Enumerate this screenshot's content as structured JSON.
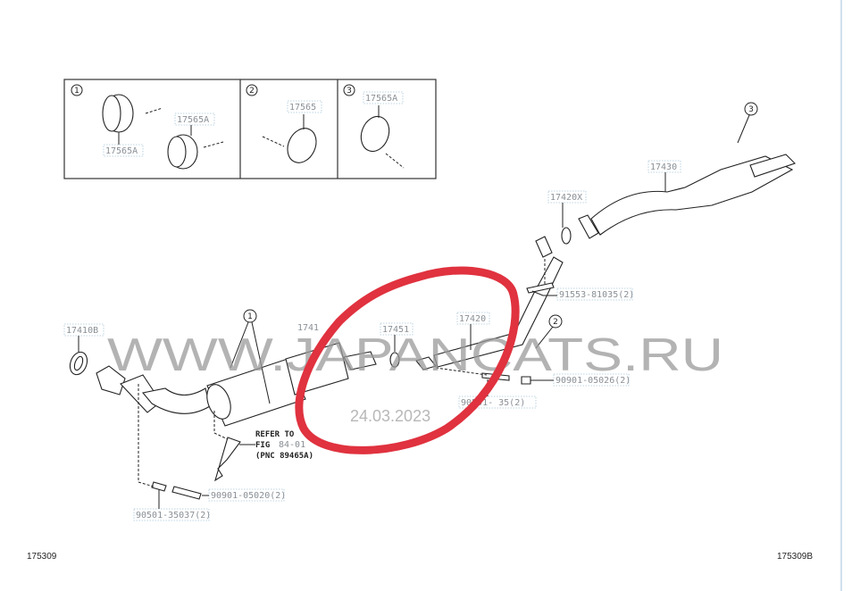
{
  "diagram": {
    "inset_panels": [
      {
        "number": "1",
        "labels": [
          "17565A",
          "17565A"
        ]
      },
      {
        "number": "2",
        "labels": [
          "17565"
        ]
      },
      {
        "number": "3",
        "labels": [
          "17565A"
        ]
      }
    ],
    "callouts": {
      "c1": "1",
      "c2": "2",
      "c3": "3"
    },
    "parts": {
      "p17410B": "17410B",
      "p17410": "1741",
      "p17451": "17451",
      "p17420": "17420",
      "p17420X": "17420X",
      "p17430": "17430",
      "p91553": "91553-81035(2)",
      "p90901_05026": "90901-05026(2)",
      "p90501_a": "90501-  35(2)",
      "p90901_05020": "90901-05020(2)",
      "p90501_35037": "90501-35037(2)"
    },
    "refer_note": {
      "line1": "REFER TO",
      "line2a": "FIG",
      "line2b": "84-01",
      "line3": "(PNC 89465A)"
    },
    "watermark": "WWW.JAPANCATS.RU",
    "watermark_date": "24.03.2023",
    "figure_code_left": "175309",
    "figure_code_right": "175309B",
    "highlight_color": "#e0323f"
  }
}
